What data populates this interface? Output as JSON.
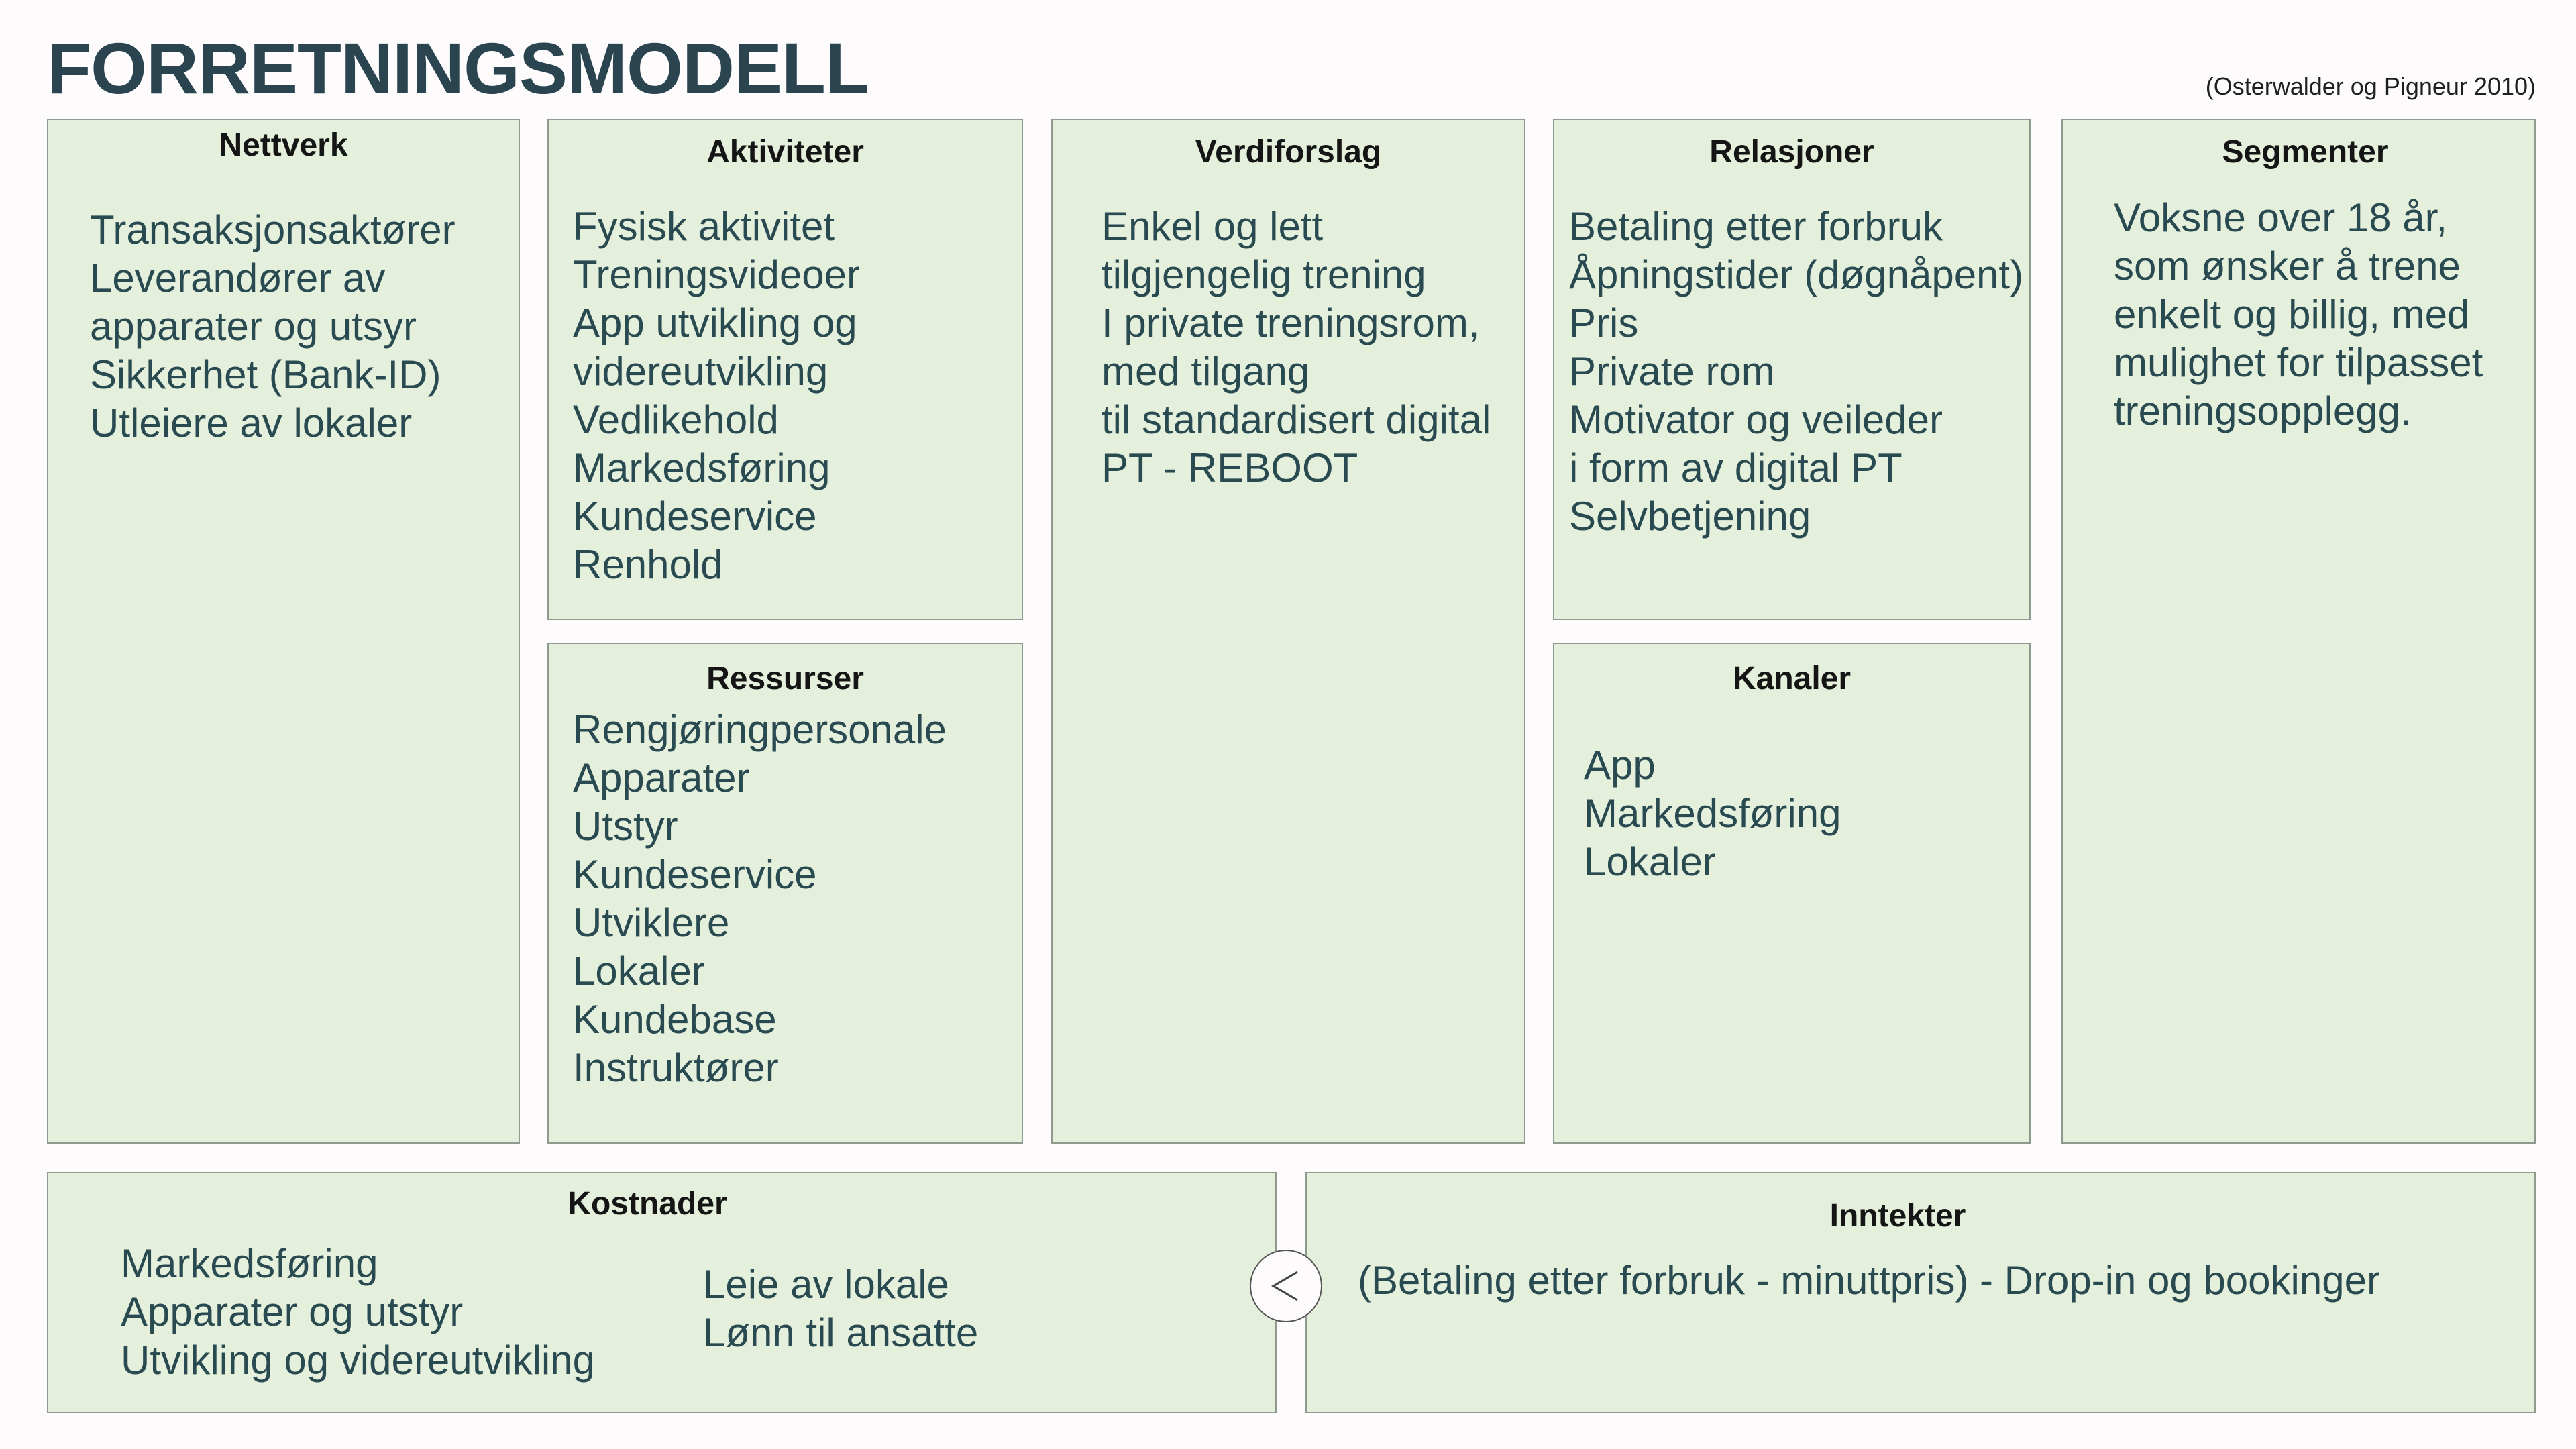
{
  "title": "FORRETNINGSMODELL",
  "citation": "(Osterwalder og Pigneur 2010)",
  "boxes": {
    "nettverk": {
      "title": "Nettverk",
      "items": [
        "Transaksjonsaktører",
        "Leverandører av",
        "apparater og utsyr",
        "Sikkerhet (Bank-ID)",
        "Utleiere av lokaler"
      ]
    },
    "aktiviteter": {
      "title": "Aktiviteter",
      "items": [
        "Fysisk aktivitet",
        "Treningsvideoer",
        "App utvikling og",
        "videreutvikling",
        "Vedlikehold",
        "Markedsføring",
        "Kundeservice",
        "Renhold"
      ]
    },
    "ressurser": {
      "title": "Ressurser",
      "items": [
        "Rengjøringpersonale",
        "Apparater",
        "Utstyr",
        "Kundeservice",
        "Utviklere",
        "Lokaler",
        "Kundebase",
        "Instruktører"
      ]
    },
    "verdiforslag": {
      "title": "Verdiforslag",
      "items": [
        "Enkel og lett",
        "tilgjengelig trening",
        "I private treningsrom,",
        "med tilgang",
        "til standardisert digital",
        "PT - REBOOT"
      ]
    },
    "relasjoner": {
      "title": "Relasjoner",
      "items": [
        "Betaling etter forbruk",
        "Åpningstider (døgnåpent)",
        "Pris",
        "Private rom",
        "Motivator og veileder",
        "i form av digital PT",
        "Selvbetjening"
      ]
    },
    "kanaler": {
      "title": "Kanaler",
      "items": [
        "App",
        "Markedsføring",
        "Lokaler"
      ]
    },
    "segmenter": {
      "title": "Segmenter",
      "items": [
        "Voksne over 18 år,",
        "som ønsker å trene",
        "enkelt og billig, med",
        "mulighet for tilpasset",
        "treningsopplegg."
      ]
    },
    "kostnader": {
      "title": "Kostnader",
      "items_left": [
        "Markedsføring",
        "Apparater og utstyr",
        "Utvikling og videreutvikling"
      ],
      "items_right": [
        "Leie av lokale",
        "Lønn til ansatte"
      ]
    },
    "inntekter": {
      "title": "Inntekter",
      "text": "(Betaling etter forbruk - minuttpris) - Drop-in og bookinger"
    }
  },
  "colors": {
    "title": "#2a4550",
    "box_fill": "#e4f0dc",
    "box_border": "#8e9a90",
    "body_text": "#2a4a52"
  },
  "icons": {
    "divider_arrow": "chevron-left-icon"
  }
}
